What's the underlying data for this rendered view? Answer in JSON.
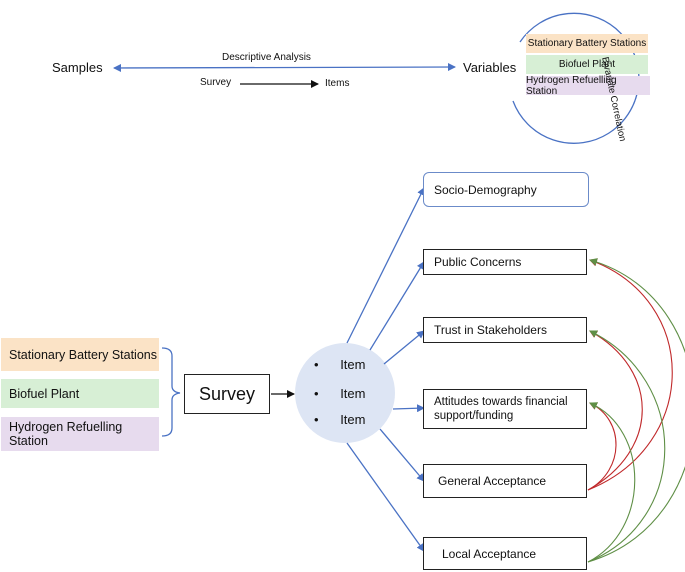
{
  "top": {
    "samples": "Samples",
    "variables": "Variables",
    "descriptive_analysis": "Descriptive Analysis",
    "survey": "Survey",
    "items": "Items",
    "bivariate_correlation": "Bivariate Correlation",
    "variable_tags": [
      {
        "label": "Stationary Battery Stations",
        "color": "#fbe3c6"
      },
      {
        "label": "Biofuel Plant",
        "color": "#d7efd5"
      },
      {
        "label": "Hydrogen Refuelling Station",
        "color": "#e7dbee"
      }
    ]
  },
  "bottom": {
    "technologies": [
      {
        "label": "Stationary Battery Stations",
        "color": "#fbe3c6"
      },
      {
        "label": "Biofuel Plant",
        "color": "#d7efd5"
      },
      {
        "label": "Hydrogen Refuelling Station",
        "color": "#e7dbee"
      }
    ],
    "survey": "Survey",
    "bullet": "•",
    "items": [
      "Item",
      "Item",
      "Item"
    ],
    "outcomes": [
      "Socio-Demography",
      "Public Concerns",
      "Trust in Stakeholders",
      "Attitudes towards financial support/funding",
      "General Acceptance",
      "Local Acceptance"
    ]
  },
  "colors": {
    "arrow_blue": "#4a72c4",
    "circle_fill": "#dde5f4",
    "arc_red": "#c0282a",
    "arc_green": "#5f8f46"
  }
}
